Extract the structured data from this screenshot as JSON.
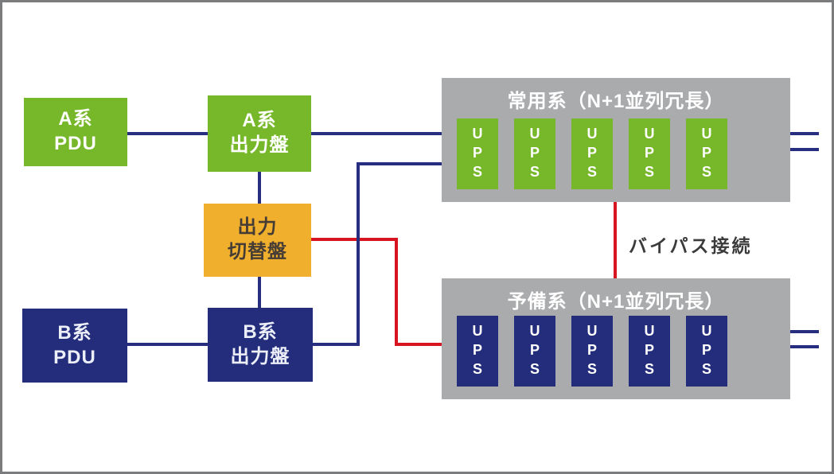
{
  "diagram": {
    "boxes": {
      "pdu_a": {
        "line1": "A系",
        "line2": "PDU"
      },
      "output_a": {
        "line1": "A系",
        "line2": "出力盤"
      },
      "switch_panel": {
        "line1": "出力",
        "line2": "切替盤"
      },
      "pdu_b": {
        "line1": "B系",
        "line2": "PDU"
      },
      "output_b": {
        "line1": "B系",
        "line2": "出力盤"
      }
    },
    "groups": {
      "normal": {
        "title": "常用系（N+1並列冗長）",
        "ups_label": "UPS",
        "ups_count": 5
      },
      "standby": {
        "title": "予備系（N+1並列冗長）",
        "ups_label": "UPS",
        "ups_count": 5
      }
    },
    "labels": {
      "bypass": "バイパス接続"
    },
    "colors": {
      "green": "#76b82a",
      "navy": "#232d7c",
      "orange": "#f0b02d",
      "gray": "#a9abad",
      "line_navy": "#272e80",
      "line_red": "#d7141f",
      "bypass_text": "#3b3b3b"
    }
  }
}
